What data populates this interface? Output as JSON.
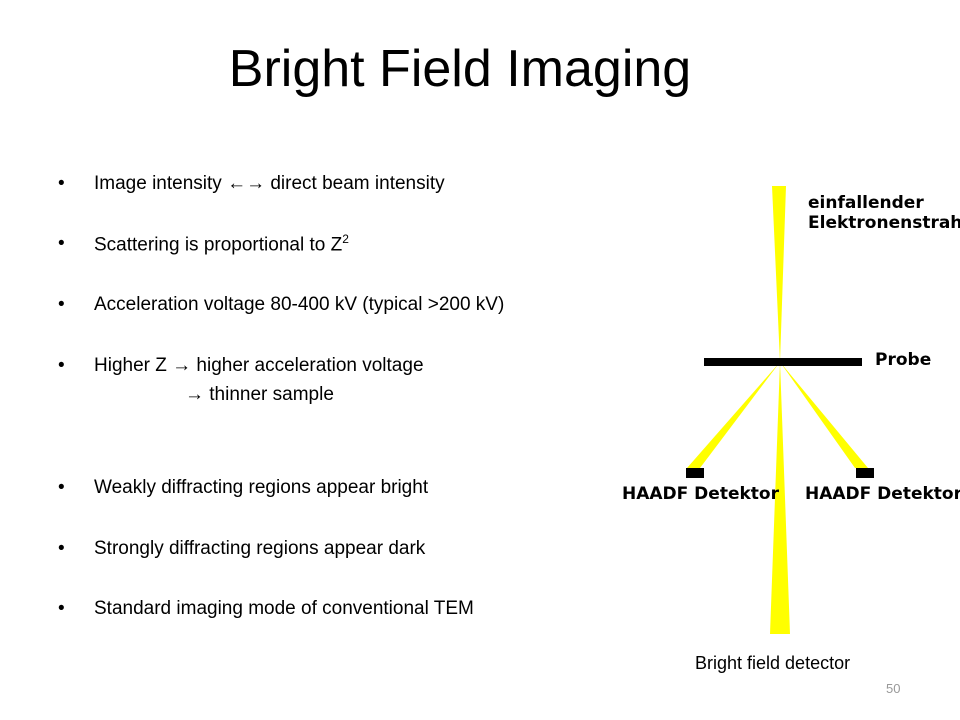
{
  "slide": {
    "title": "Bright Field Imaging",
    "page_number": "50"
  },
  "bullets": [
    {
      "text_a": "Image intensity ",
      "arrow": "←→",
      "text_b": " direct beam intensity"
    },
    {
      "text_a": "Scattering is proportional to Z",
      "sup": "2"
    },
    {
      "text_a": "Acceleration voltage 80-400 kV (typical >200 kV)"
    },
    {
      "text_a": "Higher Z ",
      "arrow": "→",
      "text_b": " higher acceleration voltage"
    },
    {
      "text_a": "Weakly diffracting regions appear bright"
    },
    {
      "text_a": "Strongly diffracting regions appear dark"
    },
    {
      "text_a": "Standard imaging mode of conventional TEM"
    }
  ],
  "continuation": {
    "arrow": "→",
    "text": " thinner sample"
  },
  "diagram": {
    "beam_label_line1": "einfallender",
    "beam_label_line2": "Elektronenstrahl",
    "sample_label": "Probe",
    "left_detector_label": "HAADF Detektor",
    "right_detector_label": "HAADF Detektor",
    "bright_field_label": "Bright field detector",
    "beam_color": "#ffff00",
    "line_color": "#000000"
  }
}
